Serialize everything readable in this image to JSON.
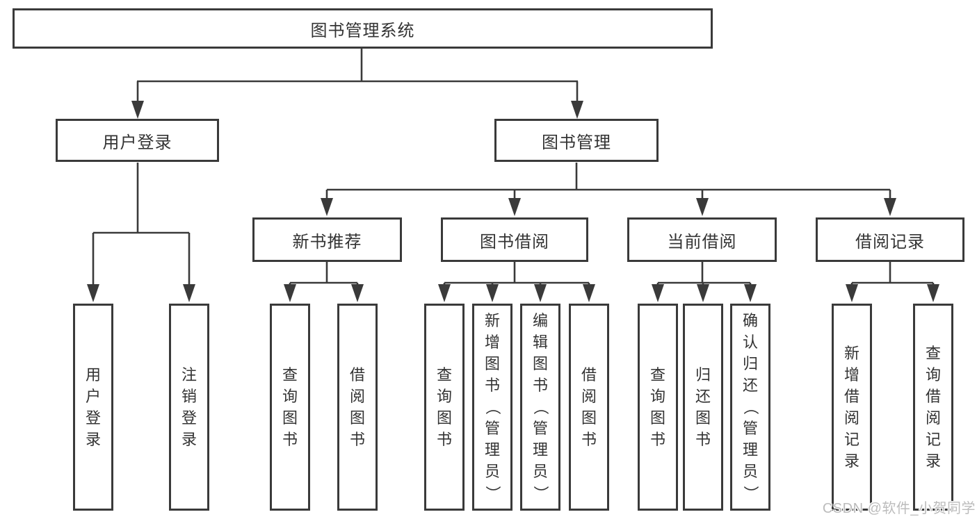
{
  "tree": {
    "label": "图书管理系统",
    "children": [
      {
        "label": "用户登录",
        "children": [
          {
            "label": "用户登录"
          },
          {
            "label": "注销登录"
          }
        ]
      },
      {
        "label": "图书管理",
        "children": [
          {
            "label": "新书推荐",
            "children": [
              {
                "label": "查询图书"
              },
              {
                "label": "借阅图书"
              }
            ]
          },
          {
            "label": "图书借阅",
            "children": [
              {
                "label": "查询图书"
              },
              {
                "label": "新增图书（管理员）"
              },
              {
                "label": "编辑图书（管理员）"
              },
              {
                "label": "借阅图书"
              }
            ]
          },
          {
            "label": "当前借阅",
            "children": [
              {
                "label": "查询图书"
              },
              {
                "label": "归还图书"
              },
              {
                "label": "确认归还（管理员）"
              }
            ]
          },
          {
            "label": "借阅记录",
            "children": [
              {
                "label": "新增借阅记录"
              },
              {
                "label": "查询借阅记录"
              }
            ]
          }
        ]
      }
    ]
  },
  "watermark": {
    "text": "CSDN @软件_小贺同学"
  },
  "colors": {
    "line": "#3a3a3a",
    "text": "#333333",
    "background": "#ffffff",
    "watermark": "#bcbcbc"
  }
}
